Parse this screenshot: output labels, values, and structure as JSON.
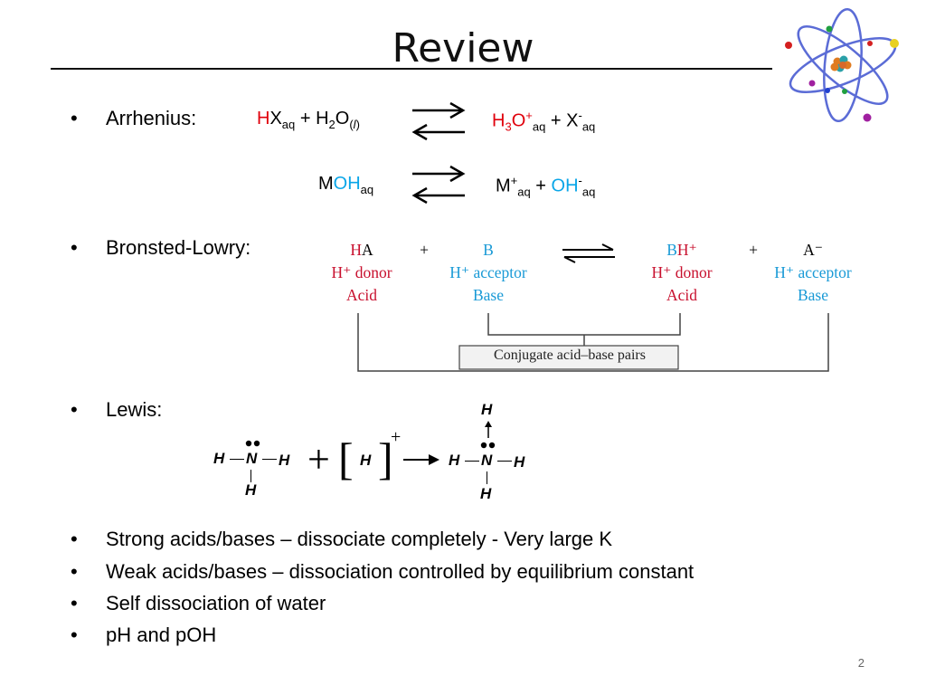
{
  "slide": {
    "title": "Review",
    "page_number": "2"
  },
  "bullets": {
    "arrhenius": "Arrhenius:",
    "bronsted": "Bronsted-Lowry:",
    "lewis": "Lewis:",
    "strong": "Strong acids/bases – dissociate completely  - Very large K",
    "weak": "Weak acids/bases – dissociation controlled by equilibrium constant",
    "selfdiss": "Self dissociation of water",
    "ph": "pH and pOH"
  },
  "arrhenius_eq1": {
    "l_H": "H",
    "l_X": "X",
    "l_aq": "aq",
    "plus1": "+",
    "l_H2": "H",
    "l_2": "2",
    "l_O": "O",
    "l_lparen": "(",
    "l_l": "l",
    "l_rparen": ")",
    "r_H": "H",
    "r_3": "3",
    "r_O": "O",
    "r_plus_sup": "+",
    "r_aq1": "aq",
    "plus2": "+",
    "r_X": "X",
    "r_minus_sup": "-",
    "r_aq2": "aq"
  },
  "arrhenius_eq2": {
    "l_M": "M",
    "l_OH": "OH",
    "l_aq": "aq",
    "r_M": "M",
    "r_plus_sup": "+",
    "r_aq1": "aq",
    "plus": "+",
    "r_OH": "OH",
    "r_minus_sup": "-",
    "r_aq2": "aq"
  },
  "bronsted_lowry": {
    "col1": {
      "l1_a": "H",
      "l1_b": "A",
      "l2": "H⁺ donor",
      "l3": "Acid"
    },
    "col2": {
      "l1": "B",
      "l2": "H⁺ acceptor",
      "l3": "Base"
    },
    "col3": {
      "l1_a": "B",
      "l1_b": "H⁺",
      "l2": "H⁺ donor",
      "l3": "Acid"
    },
    "col4": {
      "l1": "A⁻",
      "l2": "H⁺ acceptor",
      "l3": "Base"
    },
    "plus": "+",
    "pairs_label": "Conjugate acid–base pairs"
  },
  "lewis": {
    "H": "H",
    "N": "N",
    "plus": "+",
    "lbracket": "[",
    "rbracket": "]",
    "charge": "+"
  },
  "colors": {
    "red": "#e0000c",
    "cyan": "#0aa6e8",
    "bl_red": "#c8102e",
    "bl_blue": "#1a9ad6"
  },
  "icons": {
    "decoration": "atom-icon"
  }
}
